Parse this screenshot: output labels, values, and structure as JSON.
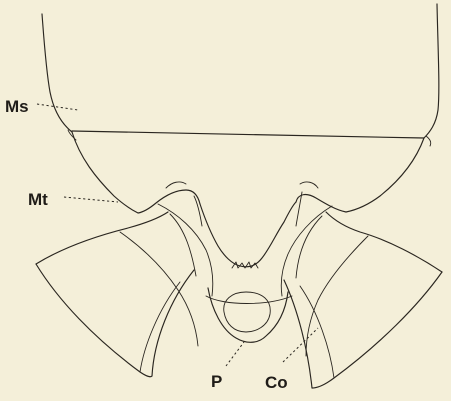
{
  "labels": {
    "ms": "Ms",
    "mt": "Mt",
    "p": "P",
    "co": "Co"
  }
}
